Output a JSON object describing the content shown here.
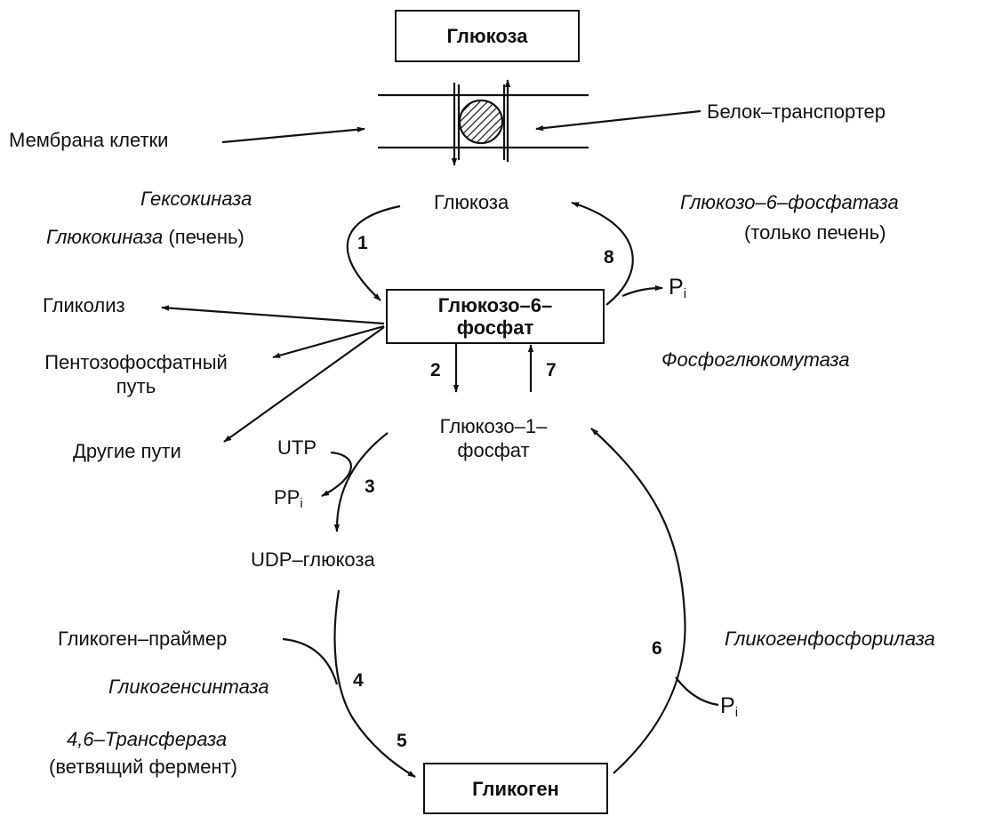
{
  "boxes": {
    "glucose_top": "Глюкоза",
    "g6p_line1": "Глюкозо–6–",
    "g6p_line2": "фосфат",
    "glycogen": "Гликоген"
  },
  "labels": {
    "membrane": "Мембрана клетки",
    "transporter": "Белок–транспортер",
    "glucose": "Глюкоза",
    "hexokinase": "Гексокиназа",
    "glucokinase": "Глюкокиназа",
    "glucokinase_note": "(печень)",
    "g6phosphatase": "Глюкозо–6–фосфатаза",
    "g6phosphatase_note": "(только печень)",
    "pi": "P",
    "pi_sub": "i",
    "glycolysis": "Гликолиз",
    "ppp_line1": "Пентозофосфатный",
    "ppp_line2": "путь",
    "other_paths": "Другие пути",
    "phosphoglucomutase": "Фосфоглюкомутаза",
    "g1p_line1": "Глюкозо–1–",
    "g1p_line2": "фосфат",
    "utp": "UTP",
    "ppi": "PP",
    "ppi_sub": "i",
    "udp_glucose": "UDP–глюкоза",
    "primer": "Гликоген–праймер",
    "glycogen_synthase": "Гликогенсинтаза",
    "transferase_line1": "4,6–Трансфераза",
    "transferase_line2": "(ветвящий фермент)",
    "glycogen_phosphorylase": "Гликогенфосфорилаза",
    "pi2": "P",
    "pi2_sub": "i"
  },
  "steps": [
    "1",
    "2",
    "3",
    "4",
    "5",
    "6",
    "7",
    "8"
  ]
}
